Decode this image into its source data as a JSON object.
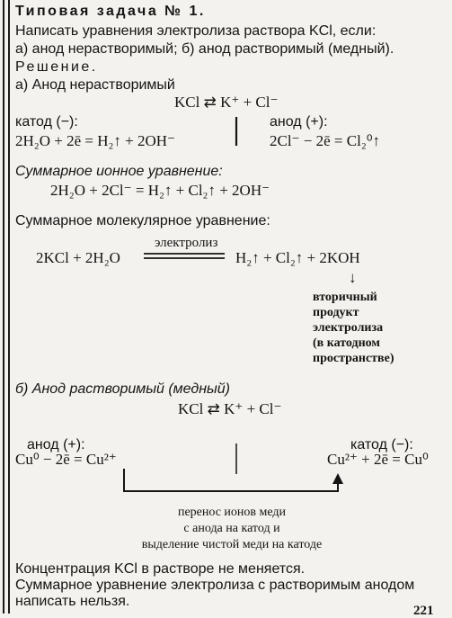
{
  "heading": "Типовая задача № 1.",
  "task_line1": "Написать уравнения электролиза раствора KCl, если:",
  "task_line2": "а) анод нерастворимый; б) анод растворимый (медный).",
  "solution": "Решение.",
  "part_a": {
    "title": "а) Анод нерастворимый",
    "dissociation": "KCl ⇄ K⁺ + Cl⁻",
    "cathode_label": "катод (−):",
    "cathode_eq": "2H₂O + 2ē = H₂↑ + 2OH⁻",
    "anode_label": "анод (+):",
    "anode_eq": "2Cl⁻ − 2ē = Cl₂⁰↑",
    "ionic_title": "Суммарное ионное уравнение:",
    "ionic_eq": "2H₂O + 2Cl⁻ = H₂↑ + Cl₂↑ + 2OH⁻",
    "molecular_title": "Суммарное молекулярное уравнение:",
    "mol_left": "2KCl + 2H₂O",
    "mol_over": "электролиз",
    "mol_right": "H₂↑ + Cl₂↑ + 2KOH",
    "down_arrow": "↓",
    "note_lines": [
      "вторичный",
      "продукт",
      "электролиза",
      "(в катодном",
      "пространстве)"
    ]
  },
  "part_b": {
    "title": "б) Анод растворимый (медный)",
    "dissociation": "KCl ⇄ K⁺ + Cl⁻",
    "anode_label": "анод (+):",
    "anode_eq": "Cu⁰ − 2ē = Cu²⁺",
    "cathode_label": "катод (−):",
    "cathode_eq": "Cu²⁺ + 2ē = Cu⁰",
    "transfer_lines": [
      "перенос ионов меди",
      "с анода на катод и",
      "выделение чистой меди на катоде"
    ]
  },
  "conclusion1": "Концентрация KCl в растворе не меняется.",
  "conclusion2": "Суммарное уравнение электролиза с растворимым анодом",
  "conclusion3": "написать нельзя.",
  "page_number": "221"
}
